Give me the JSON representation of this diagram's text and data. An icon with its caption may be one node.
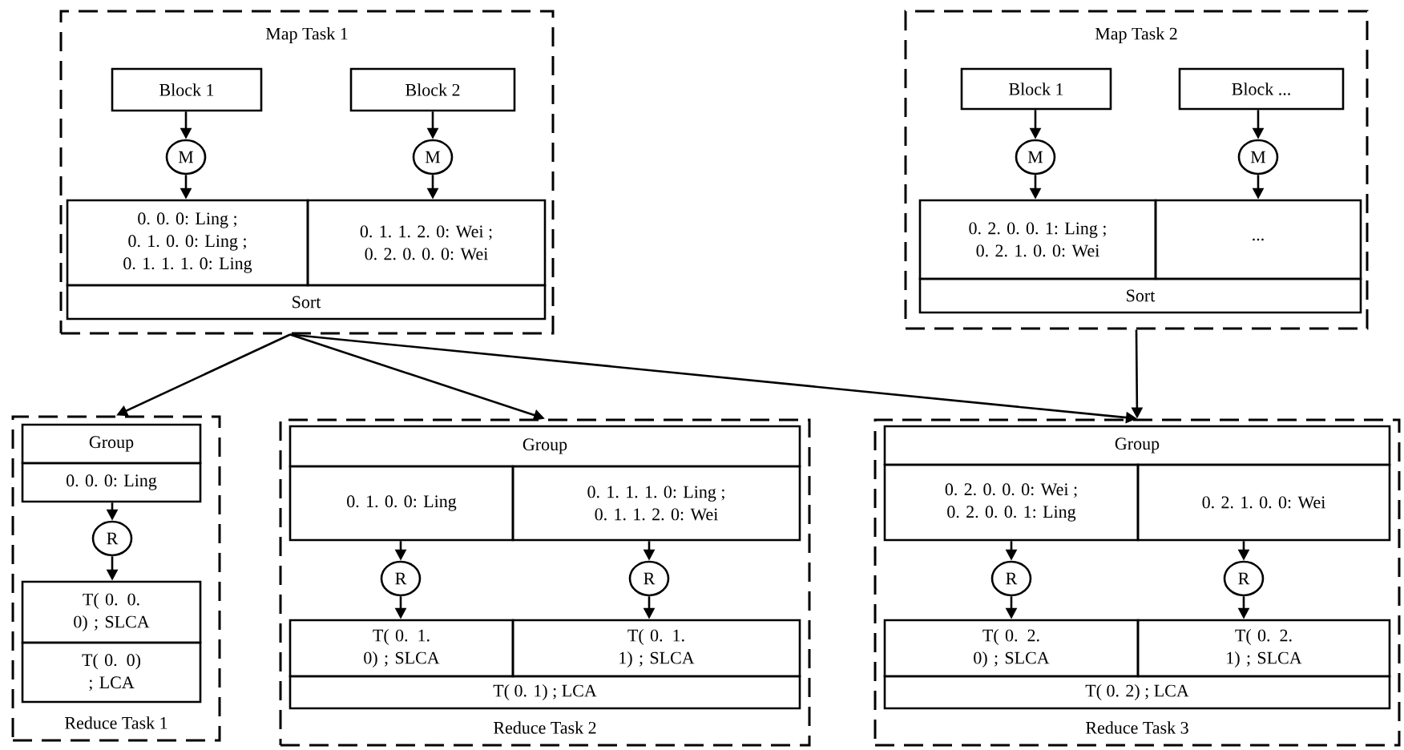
{
  "diagram": {
    "nodes": [
      {
        "text": [
          "Map Task 1"
        ]
      },
      {
        "text": [
          "Block 1"
        ],
        "in": 0
      },
      {
        "text": [
          "Block 2"
        ],
        "in": 0
      },
      {
        "text": [
          "M"
        ],
        "in": 0
      },
      {
        "text": [
          "M"
        ],
        "in": 0
      },
      {
        "text": [
          "0. 0. 0: Ling ;",
          "0. 1. 0. 0: Ling ;",
          "0. 1. 1. 1. 0: Ling"
        ],
        "in": 0
      },
      {
        "text": [
          "0. 1. 1. 2. 0: Wei ;",
          "0. 2. 0. 0. 0: Wei"
        ],
        "in": 0
      },
      {
        "text": [
          "Sort"
        ],
        "in": 0
      },
      {
        "text": [
          "Map Task 2"
        ]
      },
      {
        "text": [
          "Block 1"
        ],
        "in": 8
      },
      {
        "text": [
          "Block ..."
        ],
        "in": 8
      },
      {
        "text": [
          "M"
        ],
        "in": 8
      },
      {
        "text": [
          "M"
        ],
        "in": 8
      },
      {
        "text": [
          "0. 2. 0. 0. 1: Ling ;",
          "0. 2. 1. 0. 0: Wei"
        ],
        "in": 8
      },
      {
        "text": [
          "..."
        ],
        "in": 8
      },
      {
        "text": [
          "Sort"
        ],
        "in": 8
      },
      {
        "text": [
          "Reduce Task 1"
        ]
      },
      {
        "text": [
          "Group"
        ],
        "in": 16
      },
      {
        "text": [
          "0. 0. 0: Ling"
        ],
        "in": 16
      },
      {
        "text": [
          "R"
        ],
        "in": 16
      },
      {
        "text": [
          "T( 0. 0. 0) ; SLCA"
        ],
        "in": 16
      },
      {
        "text": [
          "T( 0. 0) ; LCA"
        ],
        "in": 16
      },
      {
        "text": [
          "Reduce Task 2"
        ]
      },
      {
        "text": [
          "Group"
        ],
        "in": 22
      },
      {
        "text": [
          "0. 1. 0. 0: Ling"
        ],
        "in": 22
      },
      {
        "text": [
          "0. 1. 1. 1. 0: Ling ;",
          "0. 1. 1. 2. 0: Wei"
        ],
        "in": 22
      },
      {
        "text": [
          "R"
        ],
        "in": 22
      },
      {
        "text": [
          "R"
        ],
        "in": 22
      },
      {
        "text": [
          "T( 0. 1. 0) ; SLCA"
        ],
        "in": 22
      },
      {
        "text": [
          "T( 0. 1. 1) ; SLCA"
        ],
        "in": 22
      },
      {
        "text": [
          "T( 0. 1) ; LCA"
        ],
        "in": 22
      },
      {
        "text": [
          "Reduce Task 3"
        ]
      },
      {
        "text": [
          "Group"
        ],
        "in": 31
      },
      {
        "text": [
          "0. 2. 0. 0. 0: Wei ;",
          "0. 2. 0. 0. 1: Ling"
        ],
        "in": 31
      },
      {
        "text": [
          "0. 2. 1. 0. 0: Wei"
        ],
        "in": 31
      },
      {
        "text": [
          "R"
        ],
        "in": 31
      },
      {
        "text": [
          "R"
        ],
        "in": 31
      },
      {
        "text": [
          "T( 0. 2. 0) ; SLCA"
        ],
        "in": 31
      },
      {
        "text": [
          "T( 0. 2. 1) ; SLCA"
        ],
        "in": 31
      },
      {
        "text": [
          "T( 0. 2) ; LCA"
        ],
        "in": 31
      }
    ],
    "edges": [
      {
        "from": 1,
        "to": 3,
        "arrow": "to"
      },
      {
        "from": 3,
        "to": 5,
        "arrow": "to"
      },
      {
        "from": 2,
        "to": 4,
        "arrow": "to"
      },
      {
        "from": 4,
        "to": 6,
        "arrow": "to"
      },
      {
        "from": 9,
        "to": 11,
        "arrow": "to"
      },
      {
        "from": 11,
        "to": 13,
        "arrow": "to"
      },
      {
        "from": 10,
        "to": 12,
        "arrow": "to"
      },
      {
        "from": 12,
        "to": 14,
        "arrow": "to"
      },
      {
        "from": 0,
        "to": 16,
        "arrow": "to"
      },
      {
        "from": 0,
        "to": 22,
        "arrow": "to"
      },
      {
        "from": 0,
        "to": 31,
        "arrow": "to"
      },
      {
        "from": 8,
        "to": 31,
        "arrow": "to"
      },
      {
        "from": 18,
        "to": 19,
        "arrow": "to"
      },
      {
        "from": 19,
        "to": 20,
        "arrow": "to"
      },
      {
        "from": 24,
        "to": 26,
        "arrow": "to"
      },
      {
        "from": 26,
        "to": 28,
        "arrow": "to"
      },
      {
        "from": 25,
        "to": 27,
        "arrow": "to"
      },
      {
        "from": 27,
        "to": 29,
        "arrow": "to"
      },
      {
        "from": 33,
        "to": 35,
        "arrow": "to"
      },
      {
        "from": 35,
        "to": 37,
        "arrow": "to"
      },
      {
        "from": 34,
        "to": 36,
        "arrow": "to"
      },
      {
        "from": 36,
        "to": 38,
        "arrow": "to"
      }
    ]
  }
}
